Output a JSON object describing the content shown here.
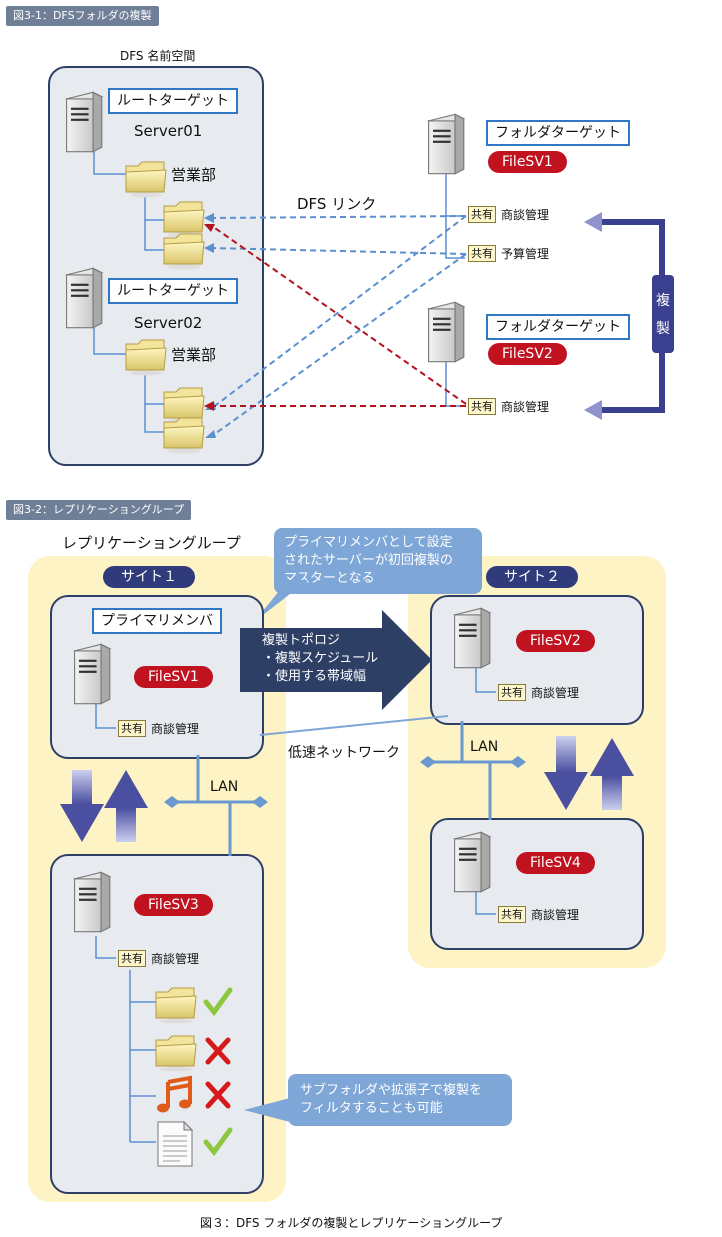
{
  "fig1": {
    "tag": "図3-1：DFSフォルダの複製",
    "namespace_label": "DFS 名前空間",
    "root_target_label": "ルートターゲット",
    "server01": "Server01",
    "server02": "Server02",
    "dept": "営業部",
    "folder_target_label": "フォルダターゲット",
    "filesv1": "FileSV1",
    "filesv2": "FileSV2",
    "share_badge": "共有",
    "share_shodan": "商談管理",
    "share_yosan": "予算管理",
    "dfs_link": "DFS リンク",
    "replication": "複製"
  },
  "fig2": {
    "tag": "図3-2：レプリケーショングループ",
    "group_title": "レプリケーショングループ",
    "callout_primary": "プライマリメンバとして設定\nされたサーバーが初回複製の\nマスターとなる",
    "site1": "サイト１",
    "site2": "サイト２",
    "primary_member": "プライマリメンバ",
    "arrow_text": "複製トポロジ\n・複製スケジュール\n・使用する帯域幅",
    "filesv1": "FileSV1",
    "filesv2": "FileSV2",
    "filesv3": "FileSV3",
    "filesv4": "FileSV4",
    "share_badge": "共有",
    "share_shodan": "商談管理",
    "slow_network": "低速ネットワーク",
    "lan": "LAN",
    "callout_filter": "サブフォルダや拡張子で複製を\nフィルタすることも可能"
  },
  "caption": "図３：DFS フォルダの複製とレプリケーショングループ",
  "colors": {
    "navy": "#2e3f66",
    "blue_link": "#5b8fd0",
    "red_link": "#b3131e",
    "pill_red": "#c1121f",
    "site_yellow": "#fdf3c5",
    "callout_blue": "#7ea6d6"
  }
}
